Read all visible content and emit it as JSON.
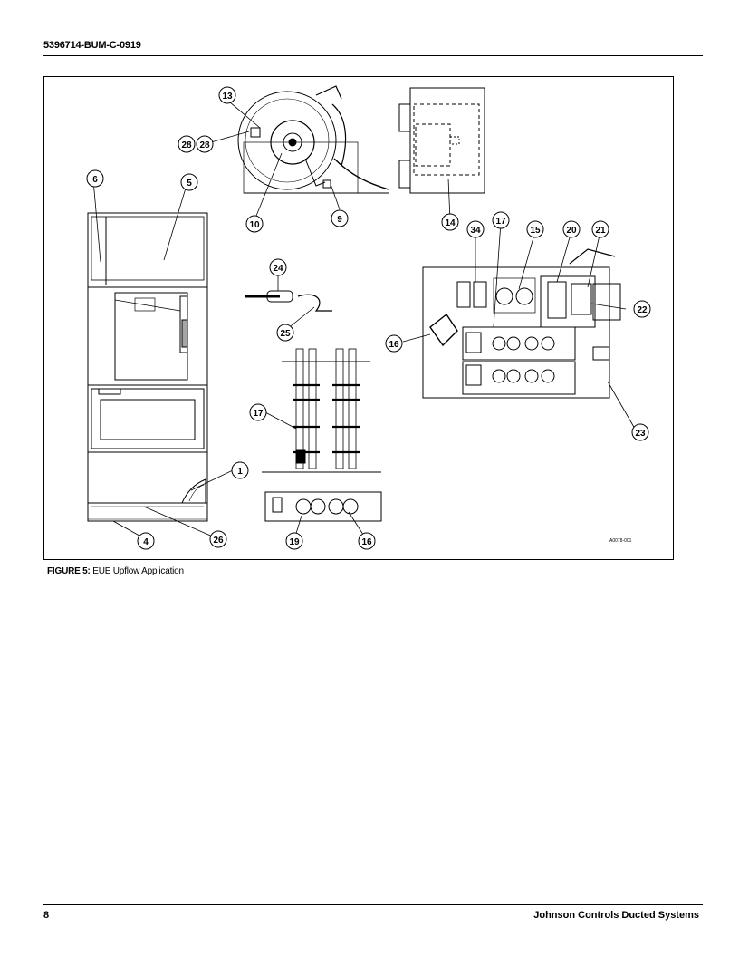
{
  "header": {
    "doc_id": "5396714-BUM-C-0919"
  },
  "figure": {
    "caption_label": "FIGURE 5:",
    "caption_text": "EUE Upflow Application",
    "drawing_code": "A0078-001",
    "callouts": {
      "c13": "13",
      "c28a": "28",
      "c28b": "28",
      "c10": "10",
      "c9": "9",
      "c14": "14",
      "c6": "6",
      "c5": "5",
      "c34": "34",
      "c17a": "17",
      "c15": "15",
      "c20": "20",
      "c21": "21",
      "c22": "22",
      "c24": "24",
      "c25": "25",
      "c16a": "16",
      "c23": "23",
      "c17b": "17",
      "c1": "1",
      "c4": "4",
      "c26": "26",
      "c19": "19",
      "c16b": "16"
    }
  },
  "footer": {
    "page": "8",
    "company": "Johnson Controls Ducted Systems"
  }
}
